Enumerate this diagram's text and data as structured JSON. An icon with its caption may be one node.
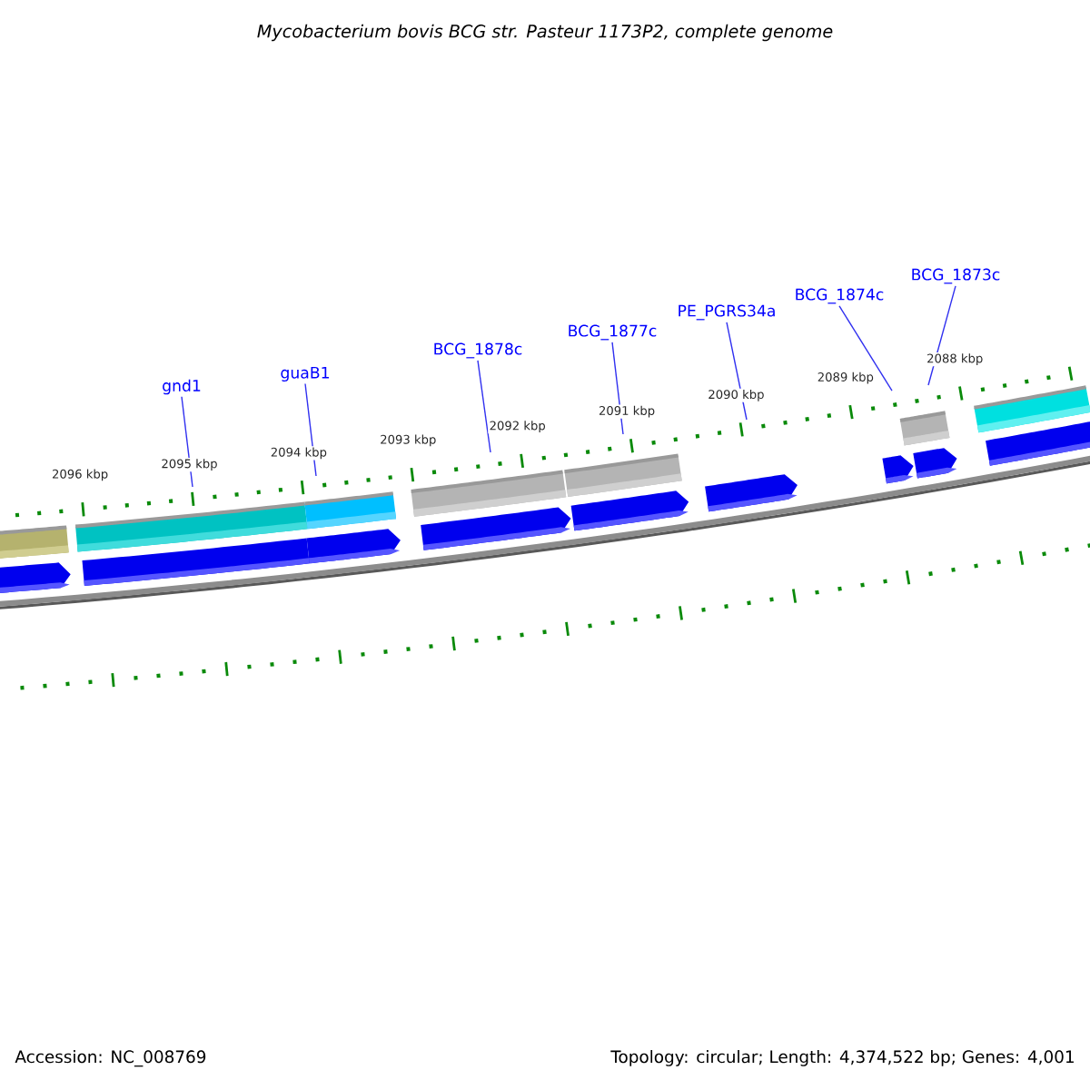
{
  "diagram": {
    "title": "Mycobacterium bovis BCG str. Pasteur 1173P2, complete genome",
    "nodes": [
      {
        "text": [
          "gnd1"
        ]
      },
      {
        "text": [
          "guaB1"
        ]
      },
      {
        "text": [
          "BCG_1878c"
        ]
      },
      {
        "text": [
          "BCG_1877c"
        ]
      },
      {
        "text": [
          "PE_PGRS34a"
        ]
      },
      {
        "text": [
          "BCG_1874c"
        ]
      },
      {
        "text": [
          "BCG_1873c"
        ]
      }
    ],
    "edges": [
      {
        "from": 0,
        "to": null,
        "arrow": "none"
      },
      {
        "from": 1,
        "to": null,
        "arrow": "none"
      },
      {
        "from": 2,
        "to": null,
        "arrow": "none"
      },
      {
        "from": 3,
        "to": null,
        "arrow": "none"
      },
      {
        "from": 4,
        "to": null,
        "arrow": "none"
      },
      {
        "from": 5,
        "to": null,
        "arrow": "none"
      },
      {
        "from": 6,
        "to": null,
        "arrow": "none"
      }
    ],
    "labels": [
      "2096 kbp",
      "2095 kbp",
      "2094 kbp",
      "2093 kbp",
      "2092 kbp",
      "2091 kbp",
      "2090 kbp",
      "2089 kbp",
      "2088 kbp",
      "Accession: NC_008769",
      "Topology: circular; Length: 4,374,522 bp; Genes: 4,001"
    ]
  }
}
